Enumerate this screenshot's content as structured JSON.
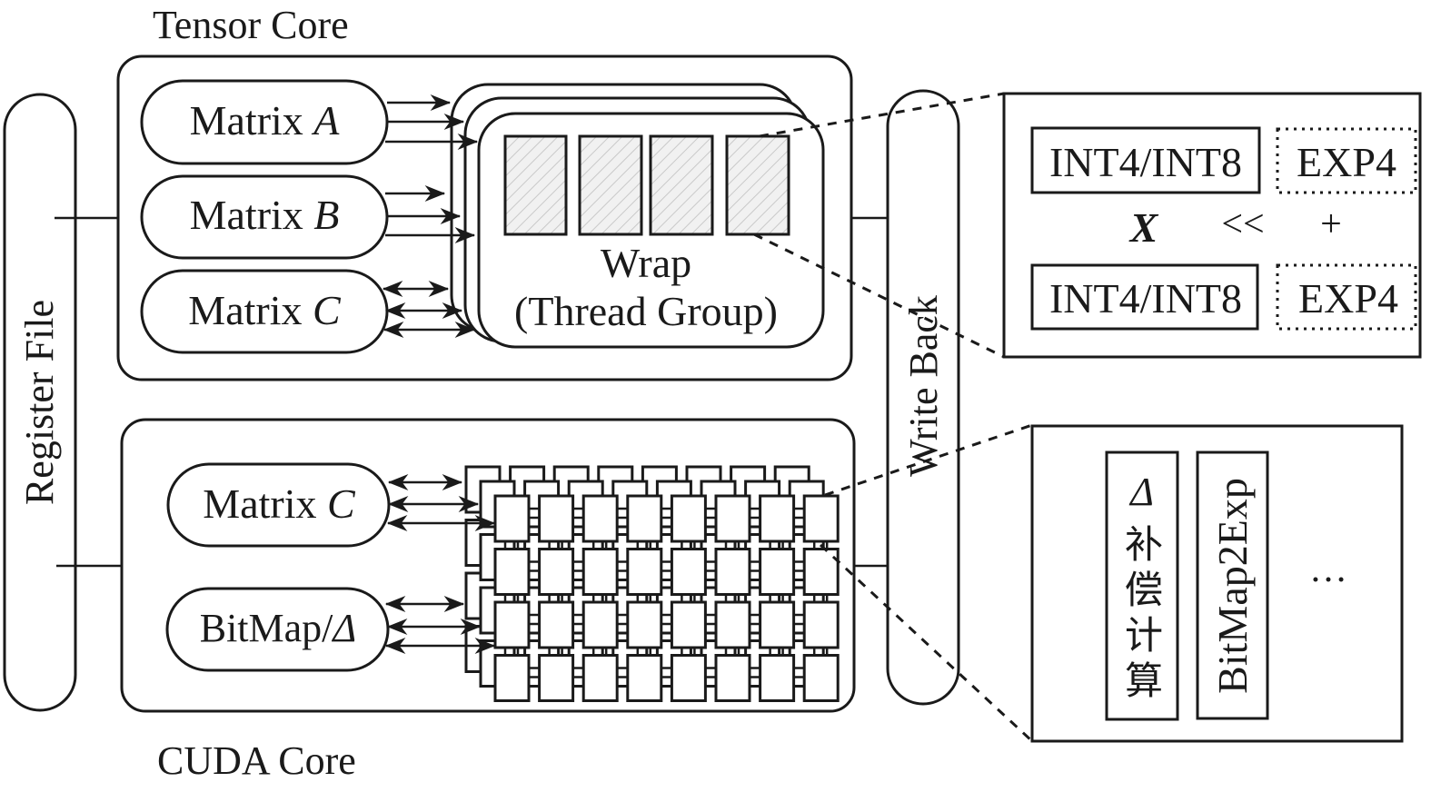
{
  "labels": {
    "tensor_core": "Tensor Core",
    "cuda_core": "CUDA Core",
    "register_file": "Register File",
    "write_back": "Write Back"
  },
  "tensor_core": {
    "matrices": [
      {
        "name": "Matrix ",
        "var": "A",
        "arrows": "in"
      },
      {
        "name": "Matrix ",
        "var": "B",
        "arrows": "in"
      },
      {
        "name": "Matrix ",
        "var": "C",
        "arrows": "bidirectional"
      }
    ],
    "warp": {
      "title": "Wrap",
      "subtitle": "(Thread Group)",
      "cell_count": 4,
      "stack_depth": 3
    }
  },
  "cuda_core": {
    "inputs": [
      {
        "name": "Matrix ",
        "var": "C",
        "arrows": "bidirectional"
      },
      {
        "name": "BitMap/",
        "var": "Δ",
        "arrows": "bidirectional"
      }
    ],
    "pe_grid": {
      "rows": 4,
      "cols": 8,
      "layers": 3
    }
  },
  "detail_tensor": {
    "rows": [
      {
        "int_label": "INT4/INT8",
        "exp_label": "EXP4"
      },
      {
        "int_label": "INT4/INT8",
        "exp_label": "EXP4"
      }
    ],
    "ops": {
      "multiply": "X",
      "shift": "<<",
      "add": "+"
    }
  },
  "detail_cuda": {
    "units": [
      {
        "symbol": "Δ",
        "chars": [
          "补",
          "偿",
          "计",
          "算"
        ]
      },
      {
        "label": "BitMap2Exp"
      }
    ],
    "ellipsis": "…"
  }
}
